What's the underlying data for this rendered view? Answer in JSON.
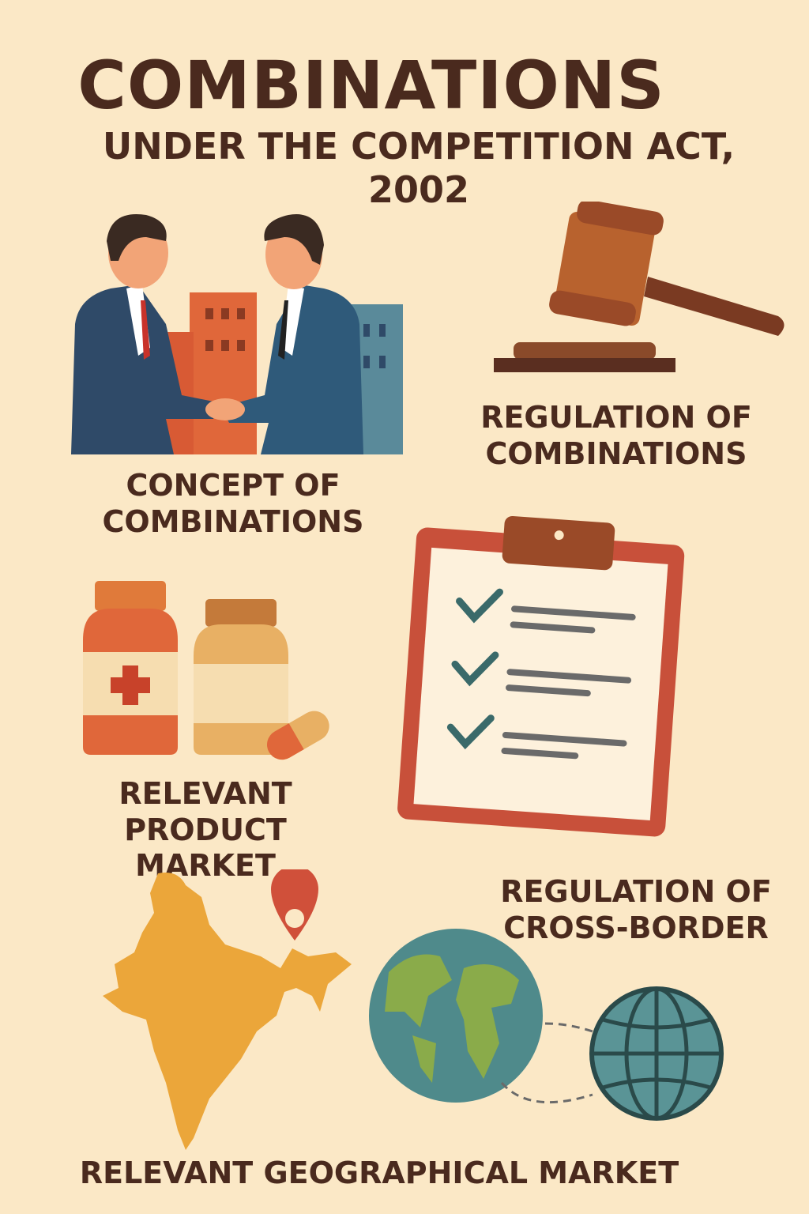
{
  "header": {
    "title": "COMBINATIONS",
    "subtitle": "UNDER THE COMPETITION ACT, 2002"
  },
  "sections": {
    "concept": "CONCEPT OF COMBINATIONS",
    "regulation": "REGULATION OF COMBINATIONS",
    "product_market": "RELEVANT PRODUCT MARKET",
    "cross_border": "REGULATION OF CROSS-BORDER",
    "geo_market": "RELEVANT GEOGRAPHICAL MARKET"
  },
  "colors": {
    "background": "#fbe8c6",
    "text": "#4a2a1e",
    "orange": "#e0673a",
    "teal": "#4f8a8b",
    "navy": "#2f4a68",
    "gavel": "#b8622e",
    "saffron": "#eba63a"
  }
}
